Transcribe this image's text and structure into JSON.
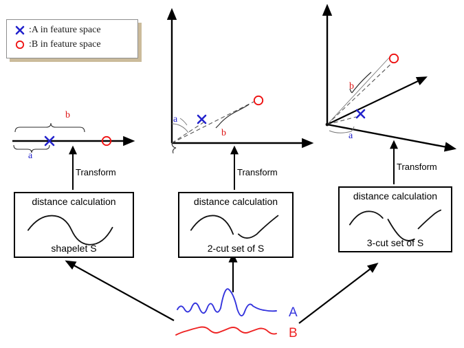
{
  "legend": {
    "items": [
      {
        "marker": "x-marker-blue",
        "label": ":A in feature space",
        "color": "#2222cc"
      },
      {
        "marker": "circle-marker-red",
        "label": ":B in feature space",
        "color": "#ee1111"
      }
    ],
    "border_color": "#8d8d8d",
    "shadow_color": "#cbbb9b"
  },
  "colors": {
    "blue": "#2222cc",
    "red": "#ee1111",
    "black": "#000000",
    "dashed_gray": "#555555"
  },
  "feature_spaces": [
    {
      "id": "feature-space-1d",
      "dimensions": 1,
      "distance_labels": {
        "a": "a",
        "b": "b"
      },
      "a_color": "#2222cc",
      "b_color": "#dd1111",
      "markers": [
        {
          "type": "x-marker-blue",
          "series": "A"
        },
        {
          "type": "circle-marker-red",
          "series": "B"
        }
      ]
    },
    {
      "id": "feature-space-2d",
      "dimensions": 2,
      "distance_labels": {
        "a": "a",
        "b": "b"
      },
      "a_color": "#2222cc",
      "b_color": "#dd1111",
      "markers": [
        {
          "type": "x-marker-blue",
          "series": "A"
        },
        {
          "type": "circle-marker-red",
          "series": "B"
        }
      ]
    },
    {
      "id": "feature-space-3d",
      "dimensions": 3,
      "distance_labels": {
        "a": "a",
        "b": "b"
      },
      "a_color": "#2222cc",
      "b_color": "#dd1111",
      "markers": [
        {
          "type": "x-marker-blue",
          "series": "A"
        },
        {
          "type": "circle-marker-red",
          "series": "B"
        }
      ]
    }
  ],
  "transform_arrows": [
    {
      "label": "Transform"
    },
    {
      "label": "Transform"
    },
    {
      "label": "Transform"
    }
  ],
  "shapelet_boxes": [
    {
      "id": "box-shapelet",
      "title": "distance calculation",
      "caption": "shapelet S",
      "segments": 1
    },
    {
      "id": "box-2cut",
      "title": "distance calculation",
      "caption": "2-cut set of S",
      "segments": 2
    },
    {
      "id": "box-3cut",
      "title": "distance calculation",
      "caption": "3-cut set of S",
      "segments": 3
    }
  ],
  "signals": [
    {
      "id": "signal-a",
      "label": "A",
      "color": "#3333dd",
      "description": "time series with large central peak"
    },
    {
      "id": "signal-b",
      "label": "B",
      "color": "#ee2222",
      "description": "low amplitude wavy time series"
    }
  ]
}
